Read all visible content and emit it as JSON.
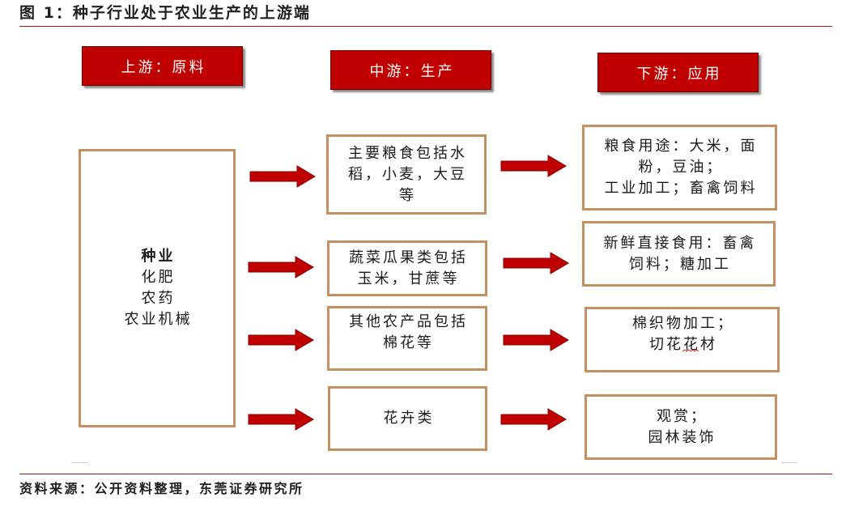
{
  "figure": {
    "title": "图 1：种子行业处于农业生产的上游端",
    "source": "资料来源：公开资料整理，东莞证券研究所"
  },
  "headers": {
    "upstream": "上游：原料",
    "midstream": "中游：生产",
    "downstream": "下游：应用"
  },
  "upstream": {
    "lines": [
      "种业",
      "化肥",
      "农药",
      "农业机械"
    ]
  },
  "midstream": [
    {
      "lines": [
        "主要粮食包括水",
        "稻，小麦，大豆",
        "等"
      ]
    },
    {
      "lines": [
        "蔬菜瓜果类包括",
        "玉米，甘蔗等"
      ]
    },
    {
      "lines": [
        "其他农产品包括",
        "棉花等"
      ]
    },
    {
      "lines": [
        "花卉类"
      ]
    }
  ],
  "downstream": [
    {
      "lines": [
        "粮食用途：大米，面",
        "粉，豆油；",
        "工业加工；畜禽饲料"
      ]
    },
    {
      "lines": [
        "新鲜直接食用：畜禽",
        "饲料；糖加工"
      ]
    },
    {
      "lines": [
        "棉织物加工；",
        "切花花材"
      ]
    },
    {
      "lines": [
        "观赏；",
        "园林装饰"
      ]
    }
  ],
  "colors": {
    "accent": "#c00000",
    "rule": "#b01010",
    "box_border": "#c39161",
    "header_text": "#ffffff"
  }
}
